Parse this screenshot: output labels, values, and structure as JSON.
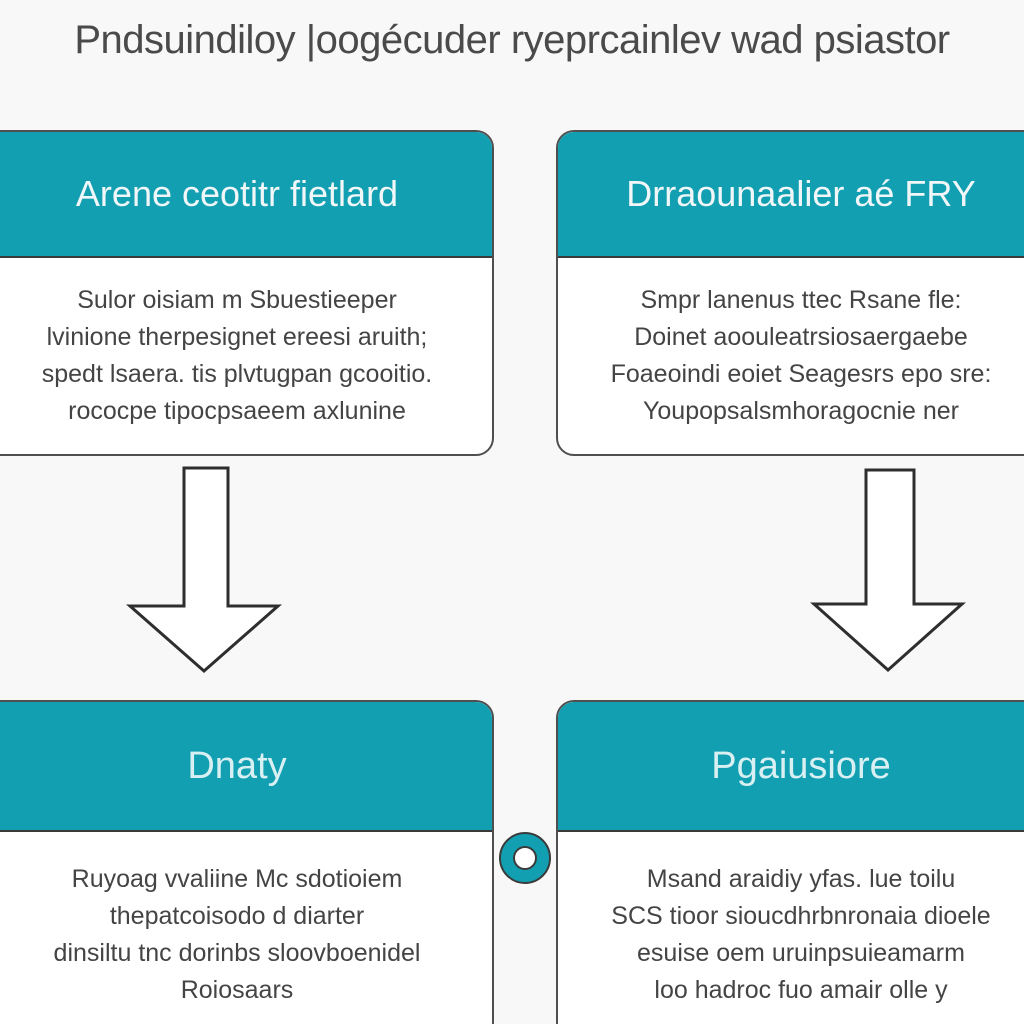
{
  "title": "Pndsuindiloy |oogécuder ryeprcainlev wad psiastor",
  "colors": {
    "accent": "#129fb1",
    "border": "#4f4f4f",
    "text": "#444444",
    "background": "#f8f8f8"
  },
  "cards": {
    "top_left": {
      "title": "Arene ceotitr fietlard",
      "lines": [
        "Sulor oisiam m Sbuestieeper",
        "lvinione therpesignet ereesi aruith;",
        "spedt lsaera. tis plvtugpan gcooitio.",
        "rococpe tipocpsaeem axlunine"
      ]
    },
    "top_right": {
      "title": "Drraounaalier aé FRY",
      "lines": [
        "Smpr lanenus ttec Rsane fle:",
        "Doinet aoouleatrsiosaergaebe",
        "Foaeoindi eoiet Seagesrs epo sre:",
        "Youpopsalsmhoragocnie ner"
      ]
    },
    "bottom_left": {
      "title": "Dnaty",
      "lines": [
        "Ruyoag  vvaliine Mc sdotioiem",
        "thepatcoisodo d diarter",
        "dinsiltu tnc dorinbs sloovboenidel",
        "Roiosaars"
      ]
    },
    "bottom_right": {
      "title": "Pgaiusiore",
      "lines": [
        "Msand araidiy yfas. lue toilu",
        "SCS tioor sioucdhrbnronaia dioele",
        "esuise oem uruinpsuieamarm",
        "loo hadroc fuo amair olle y"
      ]
    }
  }
}
